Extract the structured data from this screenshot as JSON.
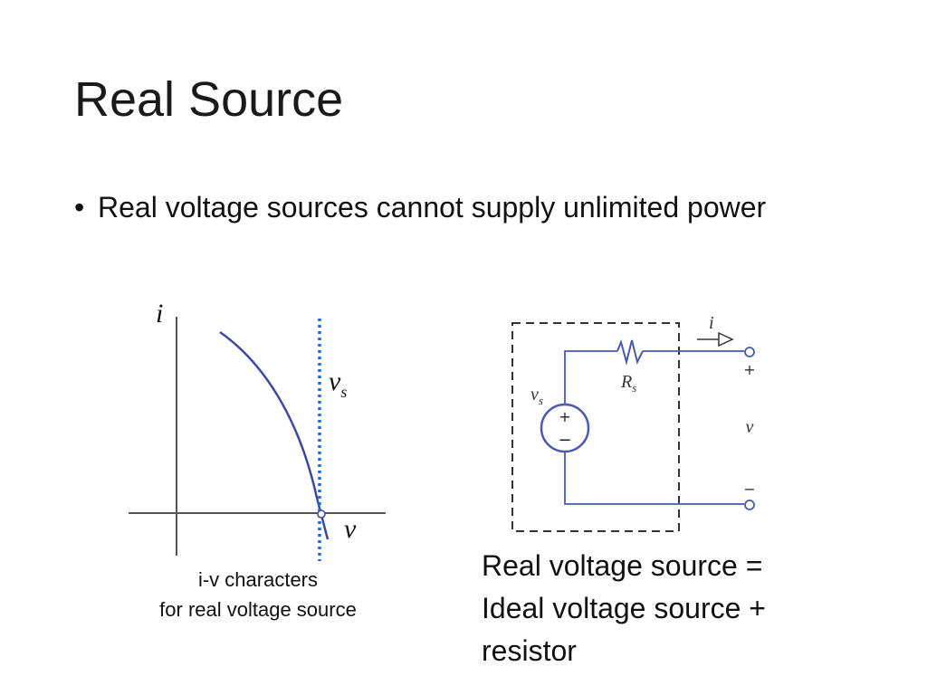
{
  "slide": {
    "title": "Real Source",
    "bullets": [
      {
        "marker": "•",
        "text": "Real voltage sources cannot supply unlimited power"
      }
    ]
  },
  "iv_plot": {
    "y_label": "i",
    "x_label": "v",
    "vs_main": "v",
    "vs_sub": "s",
    "caption_line1": "i-v characters",
    "caption_line2": "for real voltage source",
    "colors": {
      "curve": "#3b4aa0",
      "dotted_line": "#1f6fd1",
      "axis": "#555555"
    }
  },
  "circuit": {
    "current_label": "i",
    "source_main": "v",
    "source_sub": "s",
    "source_plus": "+",
    "source_minus": "−",
    "resistor_main": "R",
    "resistor_sub": "s",
    "terminal_plus": "+",
    "terminal_minus": "−",
    "voltage_label": "v",
    "colors": {
      "wire": "#4a5ab0",
      "box": "#333333"
    }
  },
  "equation": {
    "line1": "Real voltage source =",
    "line2": "Ideal voltage source +",
    "line3": "resistor"
  }
}
